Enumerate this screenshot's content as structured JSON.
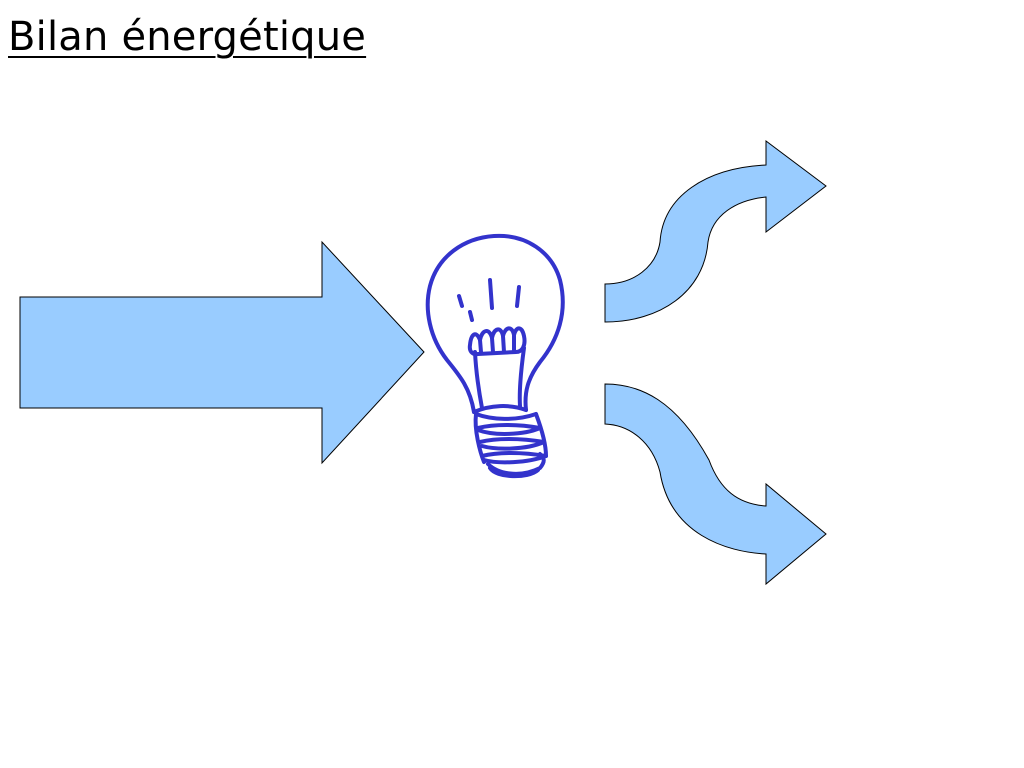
{
  "slide": {
    "title": "Bilan énergétique"
  },
  "diagram": {
    "input_arrow": {
      "kind": "input-energy-arrow"
    },
    "device": {
      "icon": "light-bulb-icon"
    },
    "output_arrows": [
      {
        "kind": "output-energy-arrow-upper",
        "direction": "up-right"
      },
      {
        "kind": "output-energy-arrow-lower",
        "direction": "down-right"
      }
    ]
  },
  "colors": {
    "background": "#ffffff",
    "arrow_fill": "#99ccff",
    "arrow_stroke": "#000000",
    "bulb_stroke": "#3333cc",
    "title_text": "#000000"
  }
}
